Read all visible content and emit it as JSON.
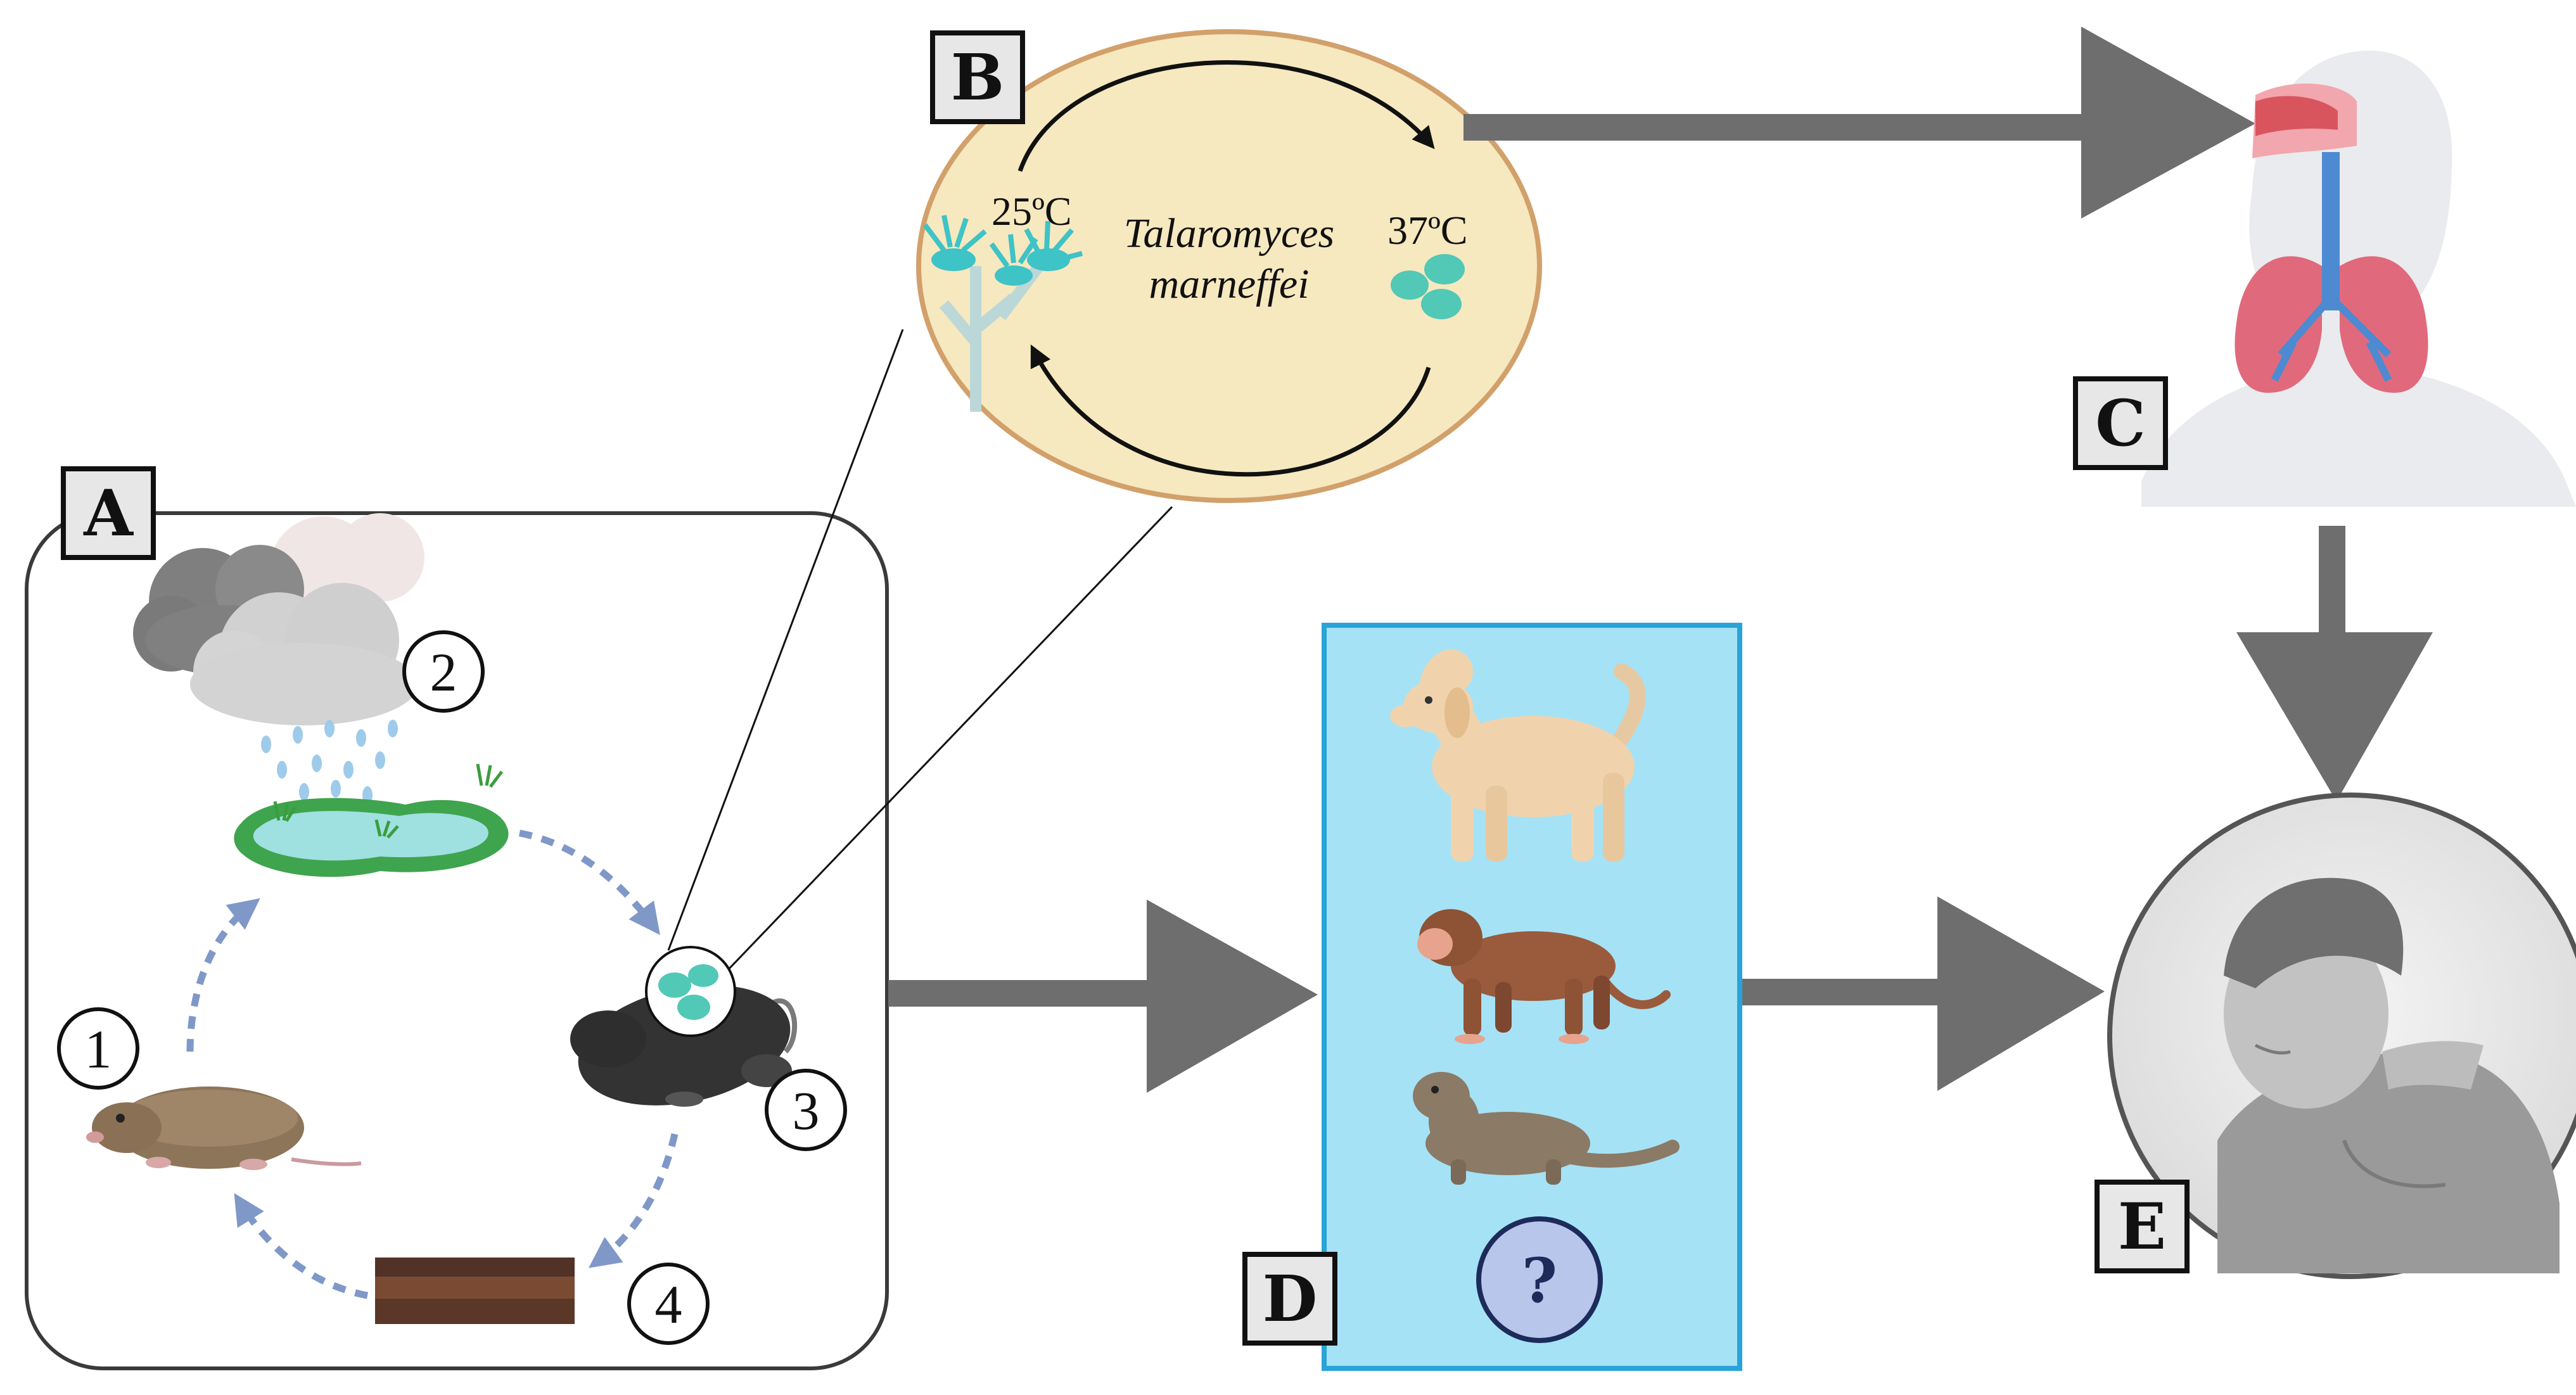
{
  "panels": {
    "a": "A",
    "b": "B",
    "c": "C",
    "d": "D",
    "e": "E"
  },
  "cycle_steps": [
    "1",
    "2",
    "3",
    "4"
  ],
  "fungus": {
    "temp_mold": "25ºC",
    "temp_yeast": "37ºC",
    "genus": "Talaromyces",
    "species": "marneffei"
  },
  "unknown_host": "?",
  "colors": {
    "arrow_gray": "#6e6e6e",
    "dashed_arrow": "#7f98c8",
    "oval_fill": "#f6e8bf",
    "oval_stroke": "#d2a06a",
    "panel_d_fill": "#a5e2f5",
    "panel_d_stroke": "#29a3d8",
    "spore_teal": "#52c8b6"
  }
}
